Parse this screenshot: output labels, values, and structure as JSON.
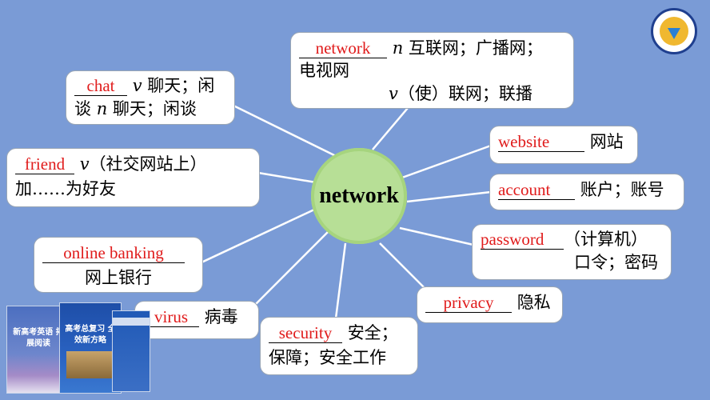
{
  "center": "network",
  "colors": {
    "background": "#7a9bd6",
    "answer": "#e01b1b",
    "center_fill": "#b7df96"
  },
  "nodes": {
    "network": {
      "answer": "network",
      "pos1": "n",
      "def1": "互联网；广播网；",
      "def2": "电视网",
      "pos2": "v",
      "def3": "（使）联网；联播"
    },
    "chat": {
      "answer": "chat",
      "pos1": "v",
      "def1": "聊天；闲",
      "def2a": "谈",
      "pos2": "n",
      "def2b": "聊天；闲谈"
    },
    "friend": {
      "answer": "friend",
      "pos": "v",
      "def1": "（社交网站上）",
      "def2": "加……为好友"
    },
    "online_banking": {
      "answer": "online banking",
      "def": "网上银行"
    },
    "virus": {
      "answer": "virus",
      "def": "病毒"
    },
    "security": {
      "answer": "security",
      "def1": "安全；",
      "def2": "保障；安全工作"
    },
    "website": {
      "answer": "website",
      "def": "网站"
    },
    "account": {
      "answer": "account",
      "def": "账户；账号"
    },
    "password": {
      "answer": "password",
      "def1": "（计算机）",
      "def2": "口令；密码"
    },
    "privacy": {
      "answer": "privacy",
      "def": "隐私"
    }
  },
  "books": {
    "book1": "新高考英语 拓展阅读",
    "book2": "高考总复习 全效新方略"
  },
  "logo_icon": "publisher-logo-icon"
}
